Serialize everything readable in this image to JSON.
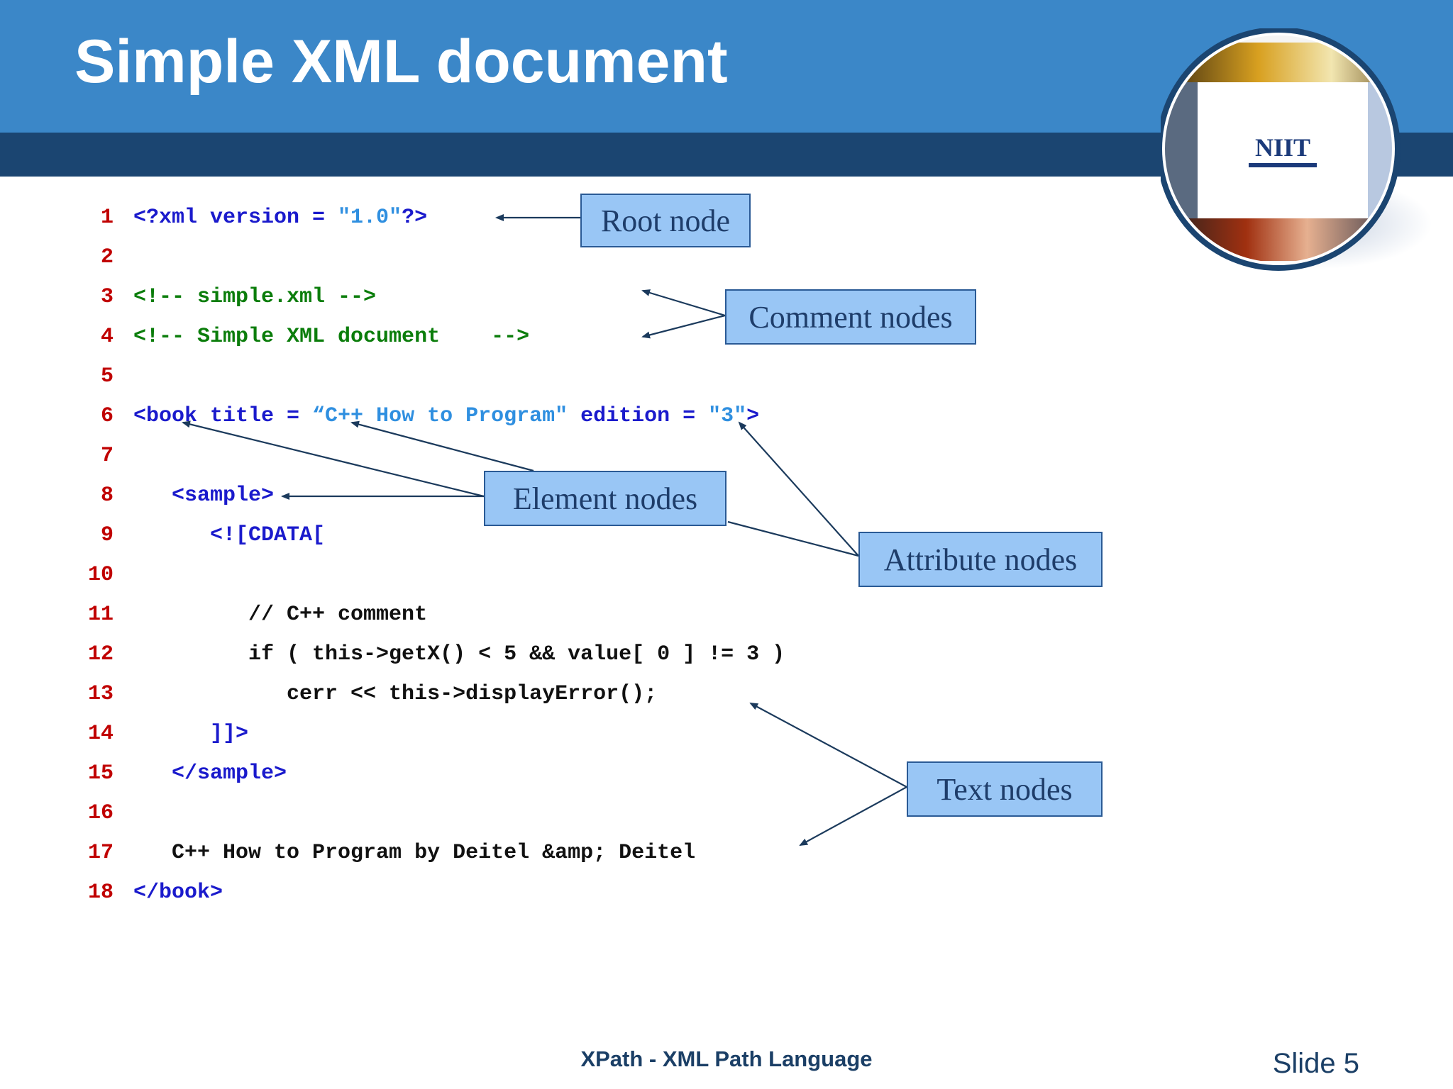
{
  "title": "Simple XML document",
  "logo": {
    "text": "NIIT"
  },
  "code_lines": [
    {
      "num": "1",
      "segments": [
        {
          "text": "<?xml version = ",
          "cls": "blue"
        },
        {
          "text": "\"1.0\"",
          "cls": "sky"
        },
        {
          "text": "?>",
          "cls": "blue"
        }
      ]
    },
    {
      "num": "2",
      "segments": []
    },
    {
      "num": "3",
      "segments": [
        {
          "text": "<!-- simple.xml -->",
          "cls": "green"
        }
      ]
    },
    {
      "num": "4",
      "segments": [
        {
          "text": "<!-- Simple XML document    -->",
          "cls": "green"
        }
      ]
    },
    {
      "num": "5",
      "segments": []
    },
    {
      "num": "6",
      "segments": [
        {
          "text": "<book title = ",
          "cls": "blue"
        },
        {
          "text": "“C++ How to Program\"",
          "cls": "sky"
        },
        {
          "text": " edition = ",
          "cls": "blue"
        },
        {
          "text": "\"3\"",
          "cls": "sky"
        },
        {
          "text": ">",
          "cls": "blue"
        }
      ]
    },
    {
      "num": "7",
      "segments": []
    },
    {
      "num": "8",
      "segments": [
        {
          "text": "   <sample>",
          "cls": "blue"
        }
      ]
    },
    {
      "num": "9",
      "segments": [
        {
          "text": "      <![CDATA[",
          "cls": "blue"
        }
      ]
    },
    {
      "num": "10",
      "segments": []
    },
    {
      "num": "11",
      "segments": [
        {
          "text": "         // C++ comment",
          "cls": "black"
        }
      ]
    },
    {
      "num": "12",
      "segments": [
        {
          "text": "         if ( this->getX() < 5 && value[ 0 ] != 3 )",
          "cls": "black"
        }
      ]
    },
    {
      "num": "13",
      "segments": [
        {
          "text": "            cerr << this->displayError();",
          "cls": "black"
        }
      ]
    },
    {
      "num": "14",
      "segments": [
        {
          "text": "      ]]>",
          "cls": "blue"
        }
      ]
    },
    {
      "num": "15",
      "segments": [
        {
          "text": "   </sample>",
          "cls": "blue"
        }
      ]
    },
    {
      "num": "16",
      "segments": []
    },
    {
      "num": "17",
      "segments": [
        {
          "text": "   C++ How to Program by Deitel &amp; Deitel",
          "cls": "black"
        }
      ]
    },
    {
      "num": "18",
      "segments": [
        {
          "text": "</book>",
          "cls": "blue"
        }
      ]
    }
  ],
  "callouts": {
    "root": "Root node",
    "comment": "Comment nodes",
    "element": "Element nodes",
    "attribute": "Attribute nodes",
    "text": "Text nodes"
  },
  "footer": "XPath - XML Path Language",
  "slide_number": "Slide 5"
}
